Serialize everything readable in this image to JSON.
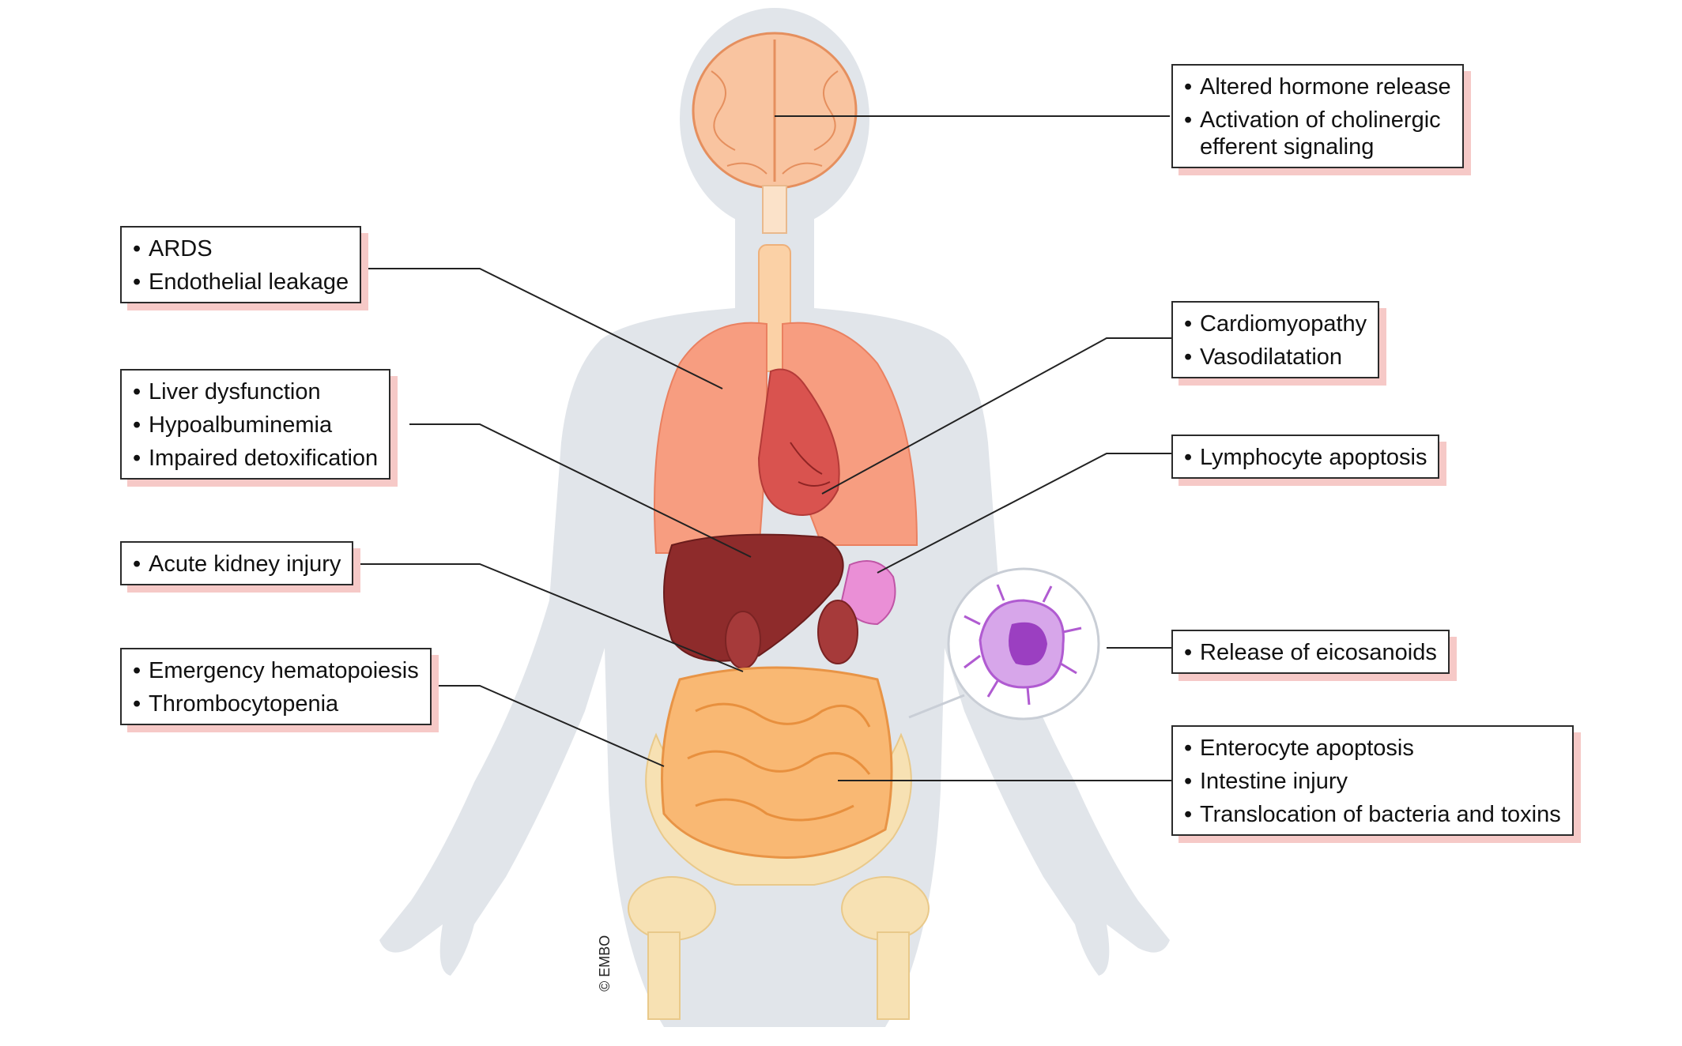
{
  "boxes": {
    "brain": {
      "items": [
        "Altered hormone release",
        "Activation of cholinergic\nefferent signaling"
      ]
    },
    "lung": {
      "items": [
        "ARDS",
        "Endothelial leakage"
      ]
    },
    "heart": {
      "items": [
        "Cardiomyopathy",
        "Vasodilatation"
      ]
    },
    "liver": {
      "items": [
        "Liver dysfunction",
        "Hypoalbuminemia",
        "Impaired detoxification"
      ]
    },
    "spleen": {
      "items": [
        "Lymphocyte apoptosis"
      ]
    },
    "kidney": {
      "items": [
        "Acute kidney injury"
      ]
    },
    "cell": {
      "items": [
        "Release of eicosanoids"
      ]
    },
    "bone": {
      "items": [
        "Emergency hematopoiesis",
        "Thrombocytopenia"
      ]
    },
    "intestine": {
      "items": [
        "Enterocyte apoptosis",
        "Intestine injury",
        "Translocation of bacteria and toxins"
      ]
    }
  },
  "copyright": "© EMBO",
  "colors": {
    "silhouette": "#dfe3e8",
    "brain": "#f8c29c",
    "lungs": "#f59a7d",
    "heart": "#d9534f",
    "liver": "#8e2b2b",
    "intestine": "#f8b672",
    "pelvis": "#f7dfae",
    "cell": "#b05bd1",
    "shadow": "#f6c9c7"
  }
}
